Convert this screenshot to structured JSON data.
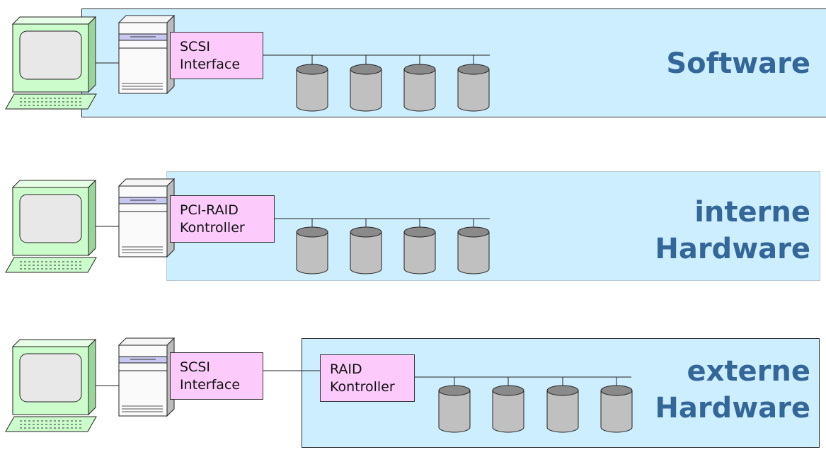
{
  "rows": [
    {
      "title_lines": [
        "Software"
      ],
      "box1": [
        "SCSI",
        "Interface"
      ]
    },
    {
      "title_lines": [
        "interne",
        "Hardware"
      ],
      "box1": [
        "PCI-RAID",
        "Kontroller"
      ]
    },
    {
      "title_lines": [
        "externe",
        "Hardware"
      ],
      "box1": [
        "SCSI",
        "Interface"
      ],
      "box2": [
        "RAID",
        "Kontroller"
      ]
    }
  ],
  "icons": {
    "computer": "workstation-icon",
    "server": "server-tower-icon",
    "disk": "disk-drive-icon"
  },
  "colors": {
    "panel": "#cdeefe",
    "label_box": "#fccbfc",
    "title": "#336699",
    "monitor": "#ccfccc",
    "disk": "#c0c0c0"
  }
}
